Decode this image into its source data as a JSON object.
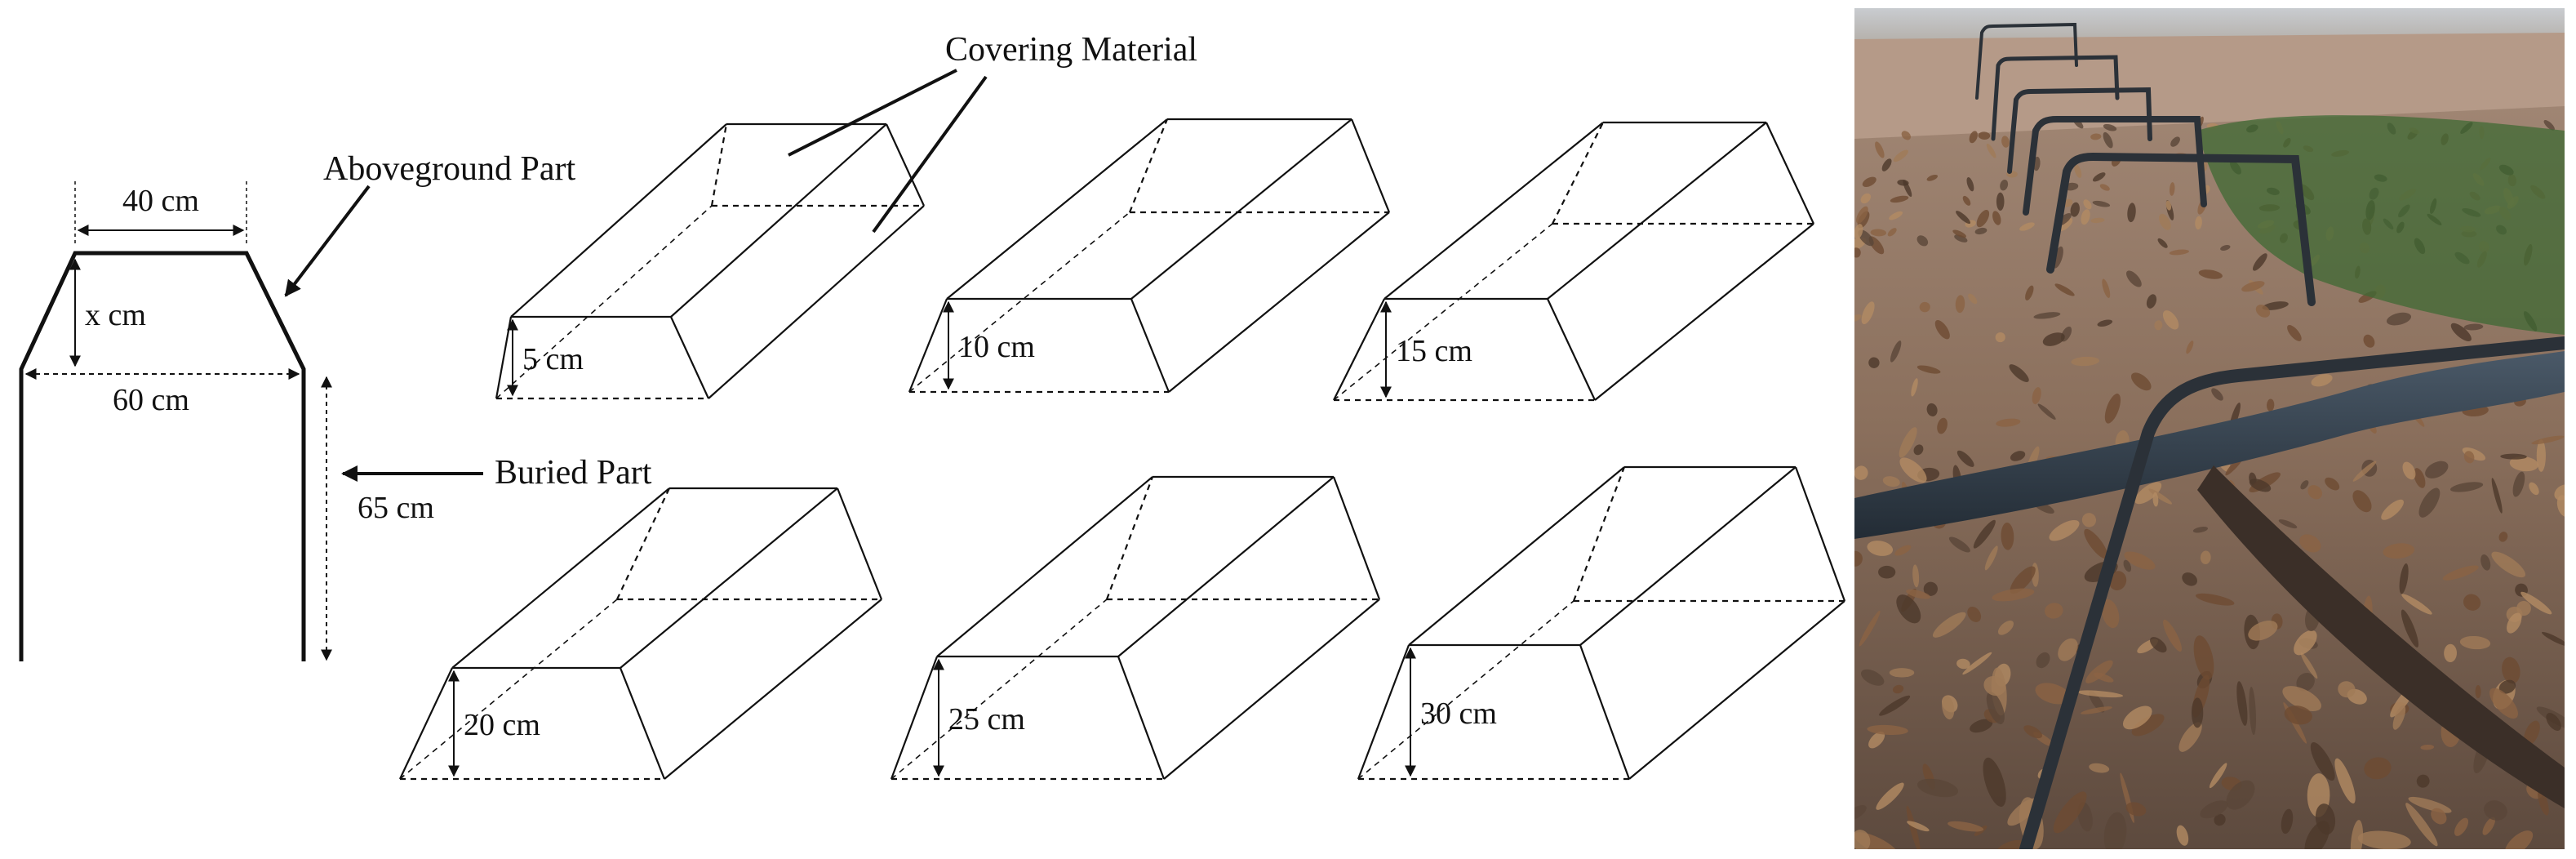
{
  "labels": {
    "covering_material": "Covering Material",
    "aboveground_part": "Aboveground Part",
    "buried_part": "Buried Part",
    "top_width": "40 cm",
    "height_x": "x cm",
    "base_width": "60 cm",
    "buried_depth": "65 cm"
  },
  "boxes": [
    {
      "height_label": "5 cm"
    },
    {
      "height_label": "10 cm"
    },
    {
      "height_label": "15 cm"
    },
    {
      "height_label": "20 cm"
    },
    {
      "height_label": "25 cm"
    },
    {
      "height_label": "30 cm"
    }
  ],
  "colors": {
    "line": "#111111",
    "background": "#ffffff"
  }
}
